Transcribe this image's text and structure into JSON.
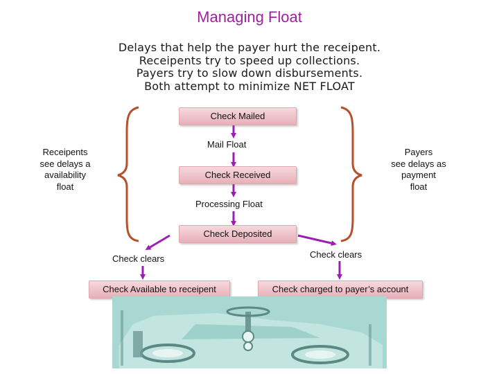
{
  "title": "Managing Float",
  "intro": {
    "lines": [
      "Delays that help the payer hurt the receipent.",
      "Receipents try to speed up collections.",
      "Payers try to slow down disbursements.",
      "Both attempt to minimize NET FLOAT"
    ]
  },
  "flow": {
    "check_mailed": "Check Mailed",
    "mail_float": "Mail Float",
    "check_received": "Check Received",
    "processing_float": "Processing Float",
    "check_deposited": "Check Deposited",
    "check_clears_left": "Check clears",
    "check_clears_right": "Check clears",
    "check_available": "Check Available to receipent",
    "check_charged": "Check charged to payer’s account"
  },
  "receipents_note": {
    "lines": [
      "Receipents",
      "see delays a",
      "availability",
      "float"
    ]
  },
  "payers_note": {
    "lines": [
      "Payers",
      "see delays as",
      "payment",
      "float"
    ]
  },
  "colors": {
    "arrow": "#9b1fb3",
    "brace": "#b5502a",
    "box_fill": "#efc3ca",
    "title": "#a020a0",
    "image_bg": "#a9d8d2"
  }
}
